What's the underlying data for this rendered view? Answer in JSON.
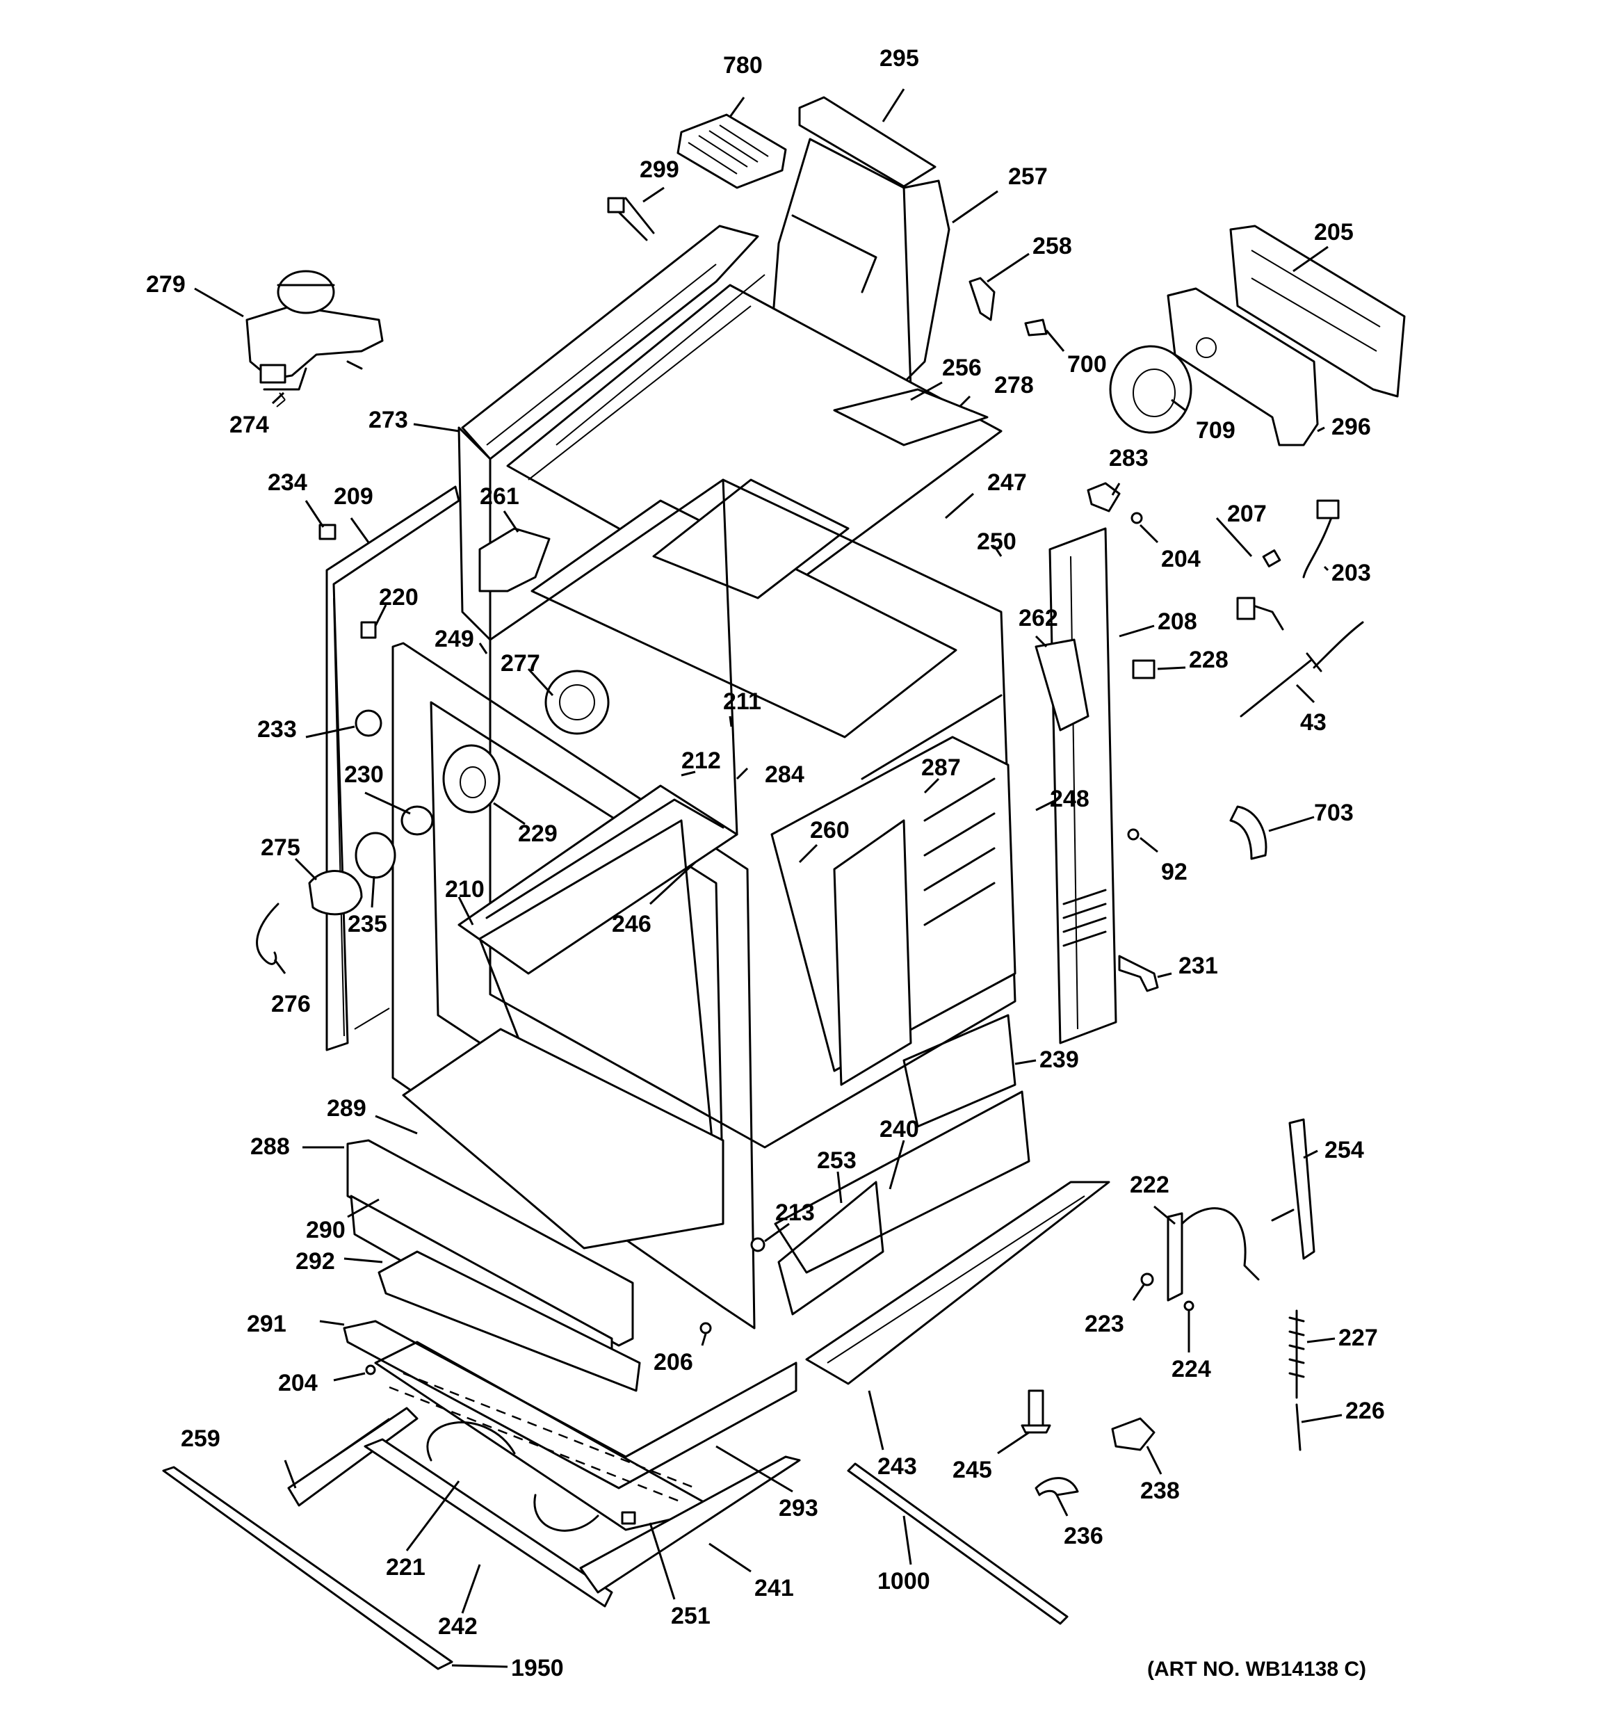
{
  "diagram": {
    "parts": [
      {
        "id": "780",
        "label": "780"
      },
      {
        "id": "295",
        "label": "295"
      },
      {
        "id": "299",
        "label": "299"
      },
      {
        "id": "257",
        "label": "257"
      },
      {
        "id": "258",
        "label": "258"
      },
      {
        "id": "205",
        "label": "205"
      },
      {
        "id": "279",
        "label": "279"
      },
      {
        "id": "700",
        "label": "700"
      },
      {
        "id": "256",
        "label": "256"
      },
      {
        "id": "278",
        "label": "278"
      },
      {
        "id": "709",
        "label": "709"
      },
      {
        "id": "296",
        "label": "296"
      },
      {
        "id": "274",
        "label": "274"
      },
      {
        "id": "273",
        "label": "273"
      },
      {
        "id": "283",
        "label": "283"
      },
      {
        "id": "234",
        "label": "234"
      },
      {
        "id": "209",
        "label": "209"
      },
      {
        "id": "261",
        "label": "261"
      },
      {
        "id": "247",
        "label": "247"
      },
      {
        "id": "207",
        "label": "207"
      },
      {
        "id": "250",
        "label": "250"
      },
      {
        "id": "204",
        "label": "204"
      },
      {
        "id": "203",
        "label": "203"
      },
      {
        "id": "220",
        "label": "220"
      },
      {
        "id": "208",
        "label": "208"
      },
      {
        "id": "262",
        "label": "262"
      },
      {
        "id": "249",
        "label": "249"
      },
      {
        "id": "228",
        "label": "228"
      },
      {
        "id": "277",
        "label": "277"
      },
      {
        "id": "211",
        "label": "211"
      },
      {
        "id": "43",
        "label": "43"
      },
      {
        "id": "233",
        "label": "233"
      },
      {
        "id": "212",
        "label": "212"
      },
      {
        "id": "284",
        "label": "284"
      },
      {
        "id": "287",
        "label": "287"
      },
      {
        "id": "230",
        "label": "230"
      },
      {
        "id": "248",
        "label": "248"
      },
      {
        "id": "703",
        "label": "703"
      },
      {
        "id": "229",
        "label": "229"
      },
      {
        "id": "260",
        "label": "260"
      },
      {
        "id": "275",
        "label": "275"
      },
      {
        "id": "92",
        "label": "92"
      },
      {
        "id": "210",
        "label": "210"
      },
      {
        "id": "246",
        "label": "246"
      },
      {
        "id": "235",
        "label": "235"
      },
      {
        "id": "231",
        "label": "231"
      },
      {
        "id": "276",
        "label": "276"
      },
      {
        "id": "239",
        "label": "239"
      },
      {
        "id": "289",
        "label": "289"
      },
      {
        "id": "240",
        "label": "240"
      },
      {
        "id": "254",
        "label": "254"
      },
      {
        "id": "288",
        "label": "288"
      },
      {
        "id": "253",
        "label": "253"
      },
      {
        "id": "222",
        "label": "222"
      },
      {
        "id": "290",
        "label": "290"
      },
      {
        "id": "213",
        "label": "213"
      },
      {
        "id": "292",
        "label": "292"
      },
      {
        "id": "223",
        "label": "223"
      },
      {
        "id": "227",
        "label": "227"
      },
      {
        "id": "291",
        "label": "291"
      },
      {
        "id": "206",
        "label": "206"
      },
      {
        "id": "224",
        "label": "224"
      },
      {
        "id": "204b",
        "label": "204"
      },
      {
        "id": "226",
        "label": "226"
      },
      {
        "id": "259",
        "label": "259"
      },
      {
        "id": "243",
        "label": "243"
      },
      {
        "id": "245",
        "label": "245"
      },
      {
        "id": "238",
        "label": "238"
      },
      {
        "id": "293",
        "label": "293"
      },
      {
        "id": "236",
        "label": "236"
      },
      {
        "id": "221",
        "label": "221"
      },
      {
        "id": "241",
        "label": "241"
      },
      {
        "id": "1000",
        "label": "1000"
      },
      {
        "id": "242",
        "label": "242"
      },
      {
        "id": "251",
        "label": "251"
      },
      {
        "id": "1950",
        "label": "1950"
      }
    ],
    "art_number": "(ART NO. WB14138 C)"
  }
}
